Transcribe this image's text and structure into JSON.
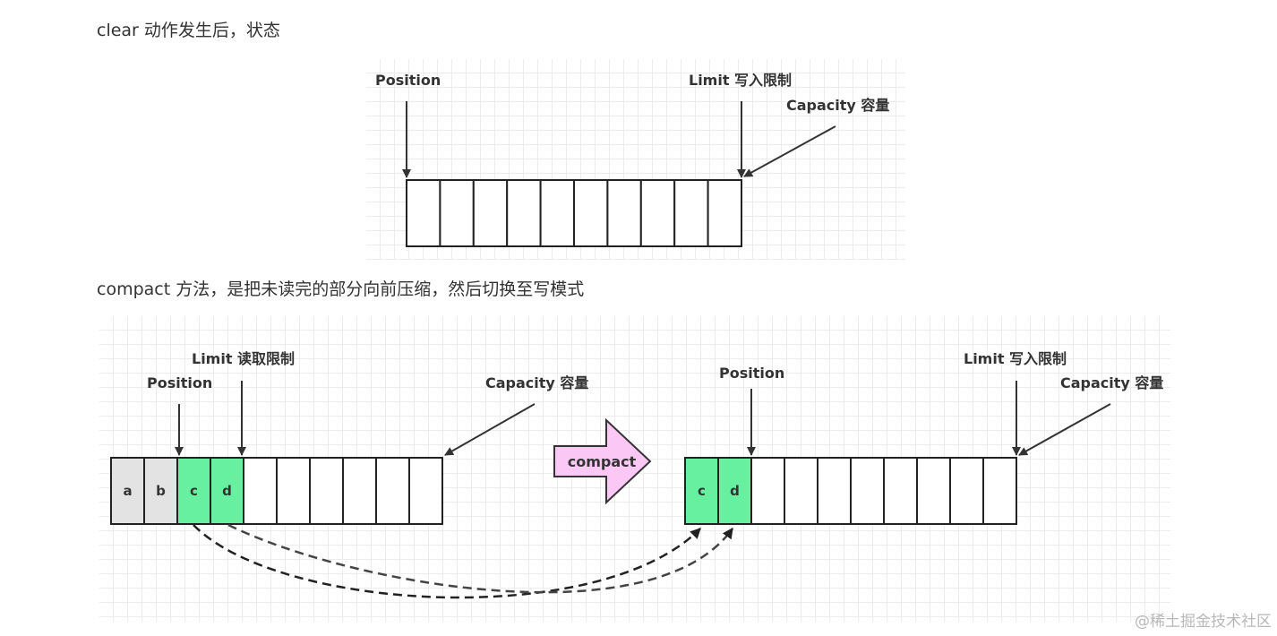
{
  "captions": {
    "clear_state": "clear 动作发生后，状态",
    "compact_method": "compact 方法，是把未读完的部分向前压缩，然后切换至写模式"
  },
  "figure_clear": {
    "position_label": "Position",
    "limit_label": "Limit 写入限制",
    "capacity_label": "Capacity 容量",
    "cells": [
      "",
      "",
      "",
      "",
      "",
      "",
      "",
      "",
      "",
      ""
    ]
  },
  "figure_compact": {
    "before": {
      "position_label": "Position",
      "limit_label": "Limit 读取限制",
      "capacity_label": "Capacity 容量",
      "cells": [
        {
          "text": "a",
          "state": "read"
        },
        {
          "text": "b",
          "state": "read"
        },
        {
          "text": "c",
          "state": "unread"
        },
        {
          "text": "d",
          "state": "unread"
        },
        {
          "text": "",
          "state": "empty"
        },
        {
          "text": "",
          "state": "empty"
        },
        {
          "text": "",
          "state": "empty"
        },
        {
          "text": "",
          "state": "empty"
        },
        {
          "text": "",
          "state": "empty"
        },
        {
          "text": "",
          "state": "empty"
        }
      ]
    },
    "arrow_label": "compact",
    "after": {
      "position_label": "Position",
      "limit_label": "Limit 写入限制",
      "capacity_label": "Capacity 容量",
      "cells": [
        {
          "text": "c",
          "state": "unread"
        },
        {
          "text": "d",
          "state": "unread"
        },
        {
          "text": "",
          "state": "empty"
        },
        {
          "text": "",
          "state": "empty"
        },
        {
          "text": "",
          "state": "empty"
        },
        {
          "text": "",
          "state": "empty"
        },
        {
          "text": "",
          "state": "empty"
        },
        {
          "text": "",
          "state": "empty"
        },
        {
          "text": "",
          "state": "empty"
        },
        {
          "text": "",
          "state": "empty"
        }
      ]
    }
  },
  "colors": {
    "read_cell": "#e3e3e3",
    "unread_cell": "#66f0a0",
    "empty_cell": "#ffffff",
    "cell_border": "#222222",
    "compact_arrow_fill": "#fbc8f5",
    "pointer_arrow": "#333333"
  },
  "watermark": "@稀土掘金技术社区"
}
